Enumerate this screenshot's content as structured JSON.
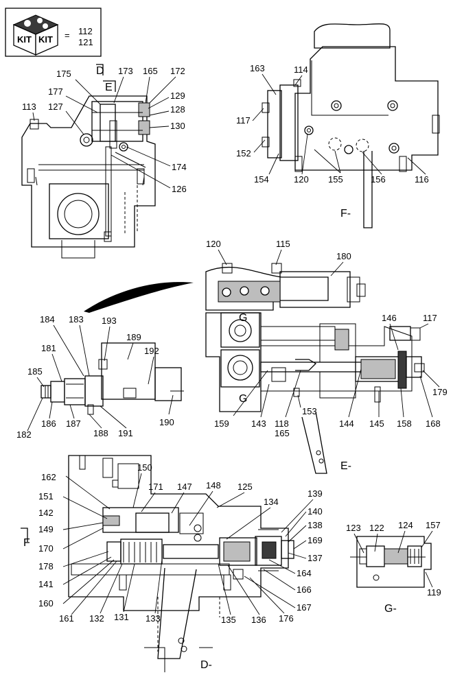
{
  "kit_box": {
    "equals": "=",
    "kit_numbers": [
      "112",
      "121"
    ],
    "icon_text": [
      "KIT",
      "KIT"
    ]
  },
  "view_markers": {
    "d": "D",
    "e": "E",
    "f": "F"
  },
  "section_labels": {
    "f": "F-",
    "e": "E-",
    "g": "G-",
    "d": "D-",
    "g_top": "G",
    "g_bottom": "G"
  },
  "parts": {
    "p112": "112",
    "p121": "121",
    "p113": "113",
    "p114": "114",
    "p115": "115",
    "p116": "116",
    "p117": "117",
    "p117b": "117",
    "p118": "118",
    "p119": "119",
    "p120": "120",
    "p120b": "120",
    "p122": "122",
    "p123": "123",
    "p124": "124",
    "p125": "125",
    "p126": "126",
    "p127": "127",
    "p128": "128",
    "p129": "129",
    "p130": "130",
    "p131": "131",
    "p132": "132",
    "p133": "133",
    "p134": "134",
    "p135": "135",
    "p136": "136",
    "p137": "137",
    "p138": "138",
    "p139": "139",
    "p140": "140",
    "p141": "141",
    "p142": "142",
    "p143": "143",
    "p144": "144",
    "p145": "145",
    "p146": "146",
    "p147": "147",
    "p148": "148",
    "p149": "149",
    "p150": "150",
    "p151": "151",
    "p152": "152",
    "p153": "153",
    "p154": "154",
    "p155": "155",
    "p156": "156",
    "p157": "157",
    "p158": "158",
    "p159": "159",
    "p160": "160",
    "p161": "161",
    "p162": "162",
    "p163": "163",
    "p164": "164",
    "p165": "165",
    "p165b": "165",
    "p166": "166",
    "p167": "167",
    "p168": "168",
    "p169": "169",
    "p170": "170",
    "p171": "171",
    "p172": "172",
    "p173": "173",
    "p174": "174",
    "p175": "175",
    "p176": "176",
    "p177": "177",
    "p178": "178",
    "p179": "179",
    "p180": "180",
    "p181": "181",
    "p182": "182",
    "p183": "183",
    "p184": "184",
    "p185": "185",
    "p186": "186",
    "p187": "187",
    "p188": "188",
    "p189": "189",
    "p190": "190",
    "p191": "191",
    "p192": "192",
    "p193": "193"
  }
}
